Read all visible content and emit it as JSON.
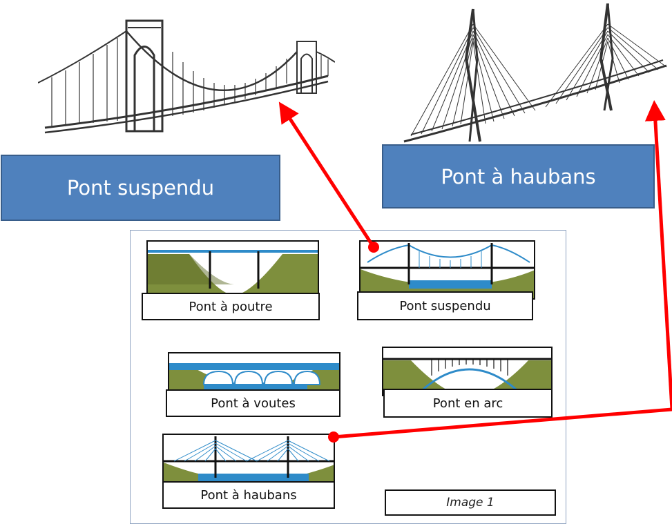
{
  "labels": {
    "suspension_big": "Pont suspendu",
    "cable_stayed_big": "Pont  à haubans"
  },
  "cards": {
    "beam": "Pont à poutre",
    "suspension": "Pont suspendu",
    "vault": "Pont à voutes",
    "arch": "Pont en arc",
    "cable_stayed": "Pont à haubans"
  },
  "image_label": "Image 1",
  "colors": {
    "box_fill": "#4f81bd",
    "arrow": "#ff0000",
    "water": "#2e8bc9",
    "ground": "#7a8a3a"
  }
}
